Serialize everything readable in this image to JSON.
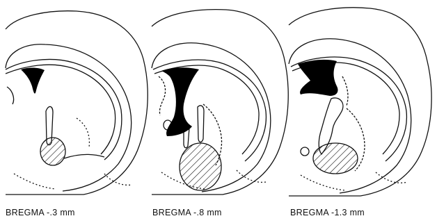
{
  "figure": {
    "panels": [
      {
        "caption": "BREGMA -.3 mm"
      },
      {
        "caption": "BREGMA -.8 mm"
      },
      {
        "caption": "BREGMA -1.3 mm"
      }
    ],
    "colors": {
      "line": "#111111",
      "fill_dark": "#000000",
      "background": "#ffffff"
    }
  }
}
